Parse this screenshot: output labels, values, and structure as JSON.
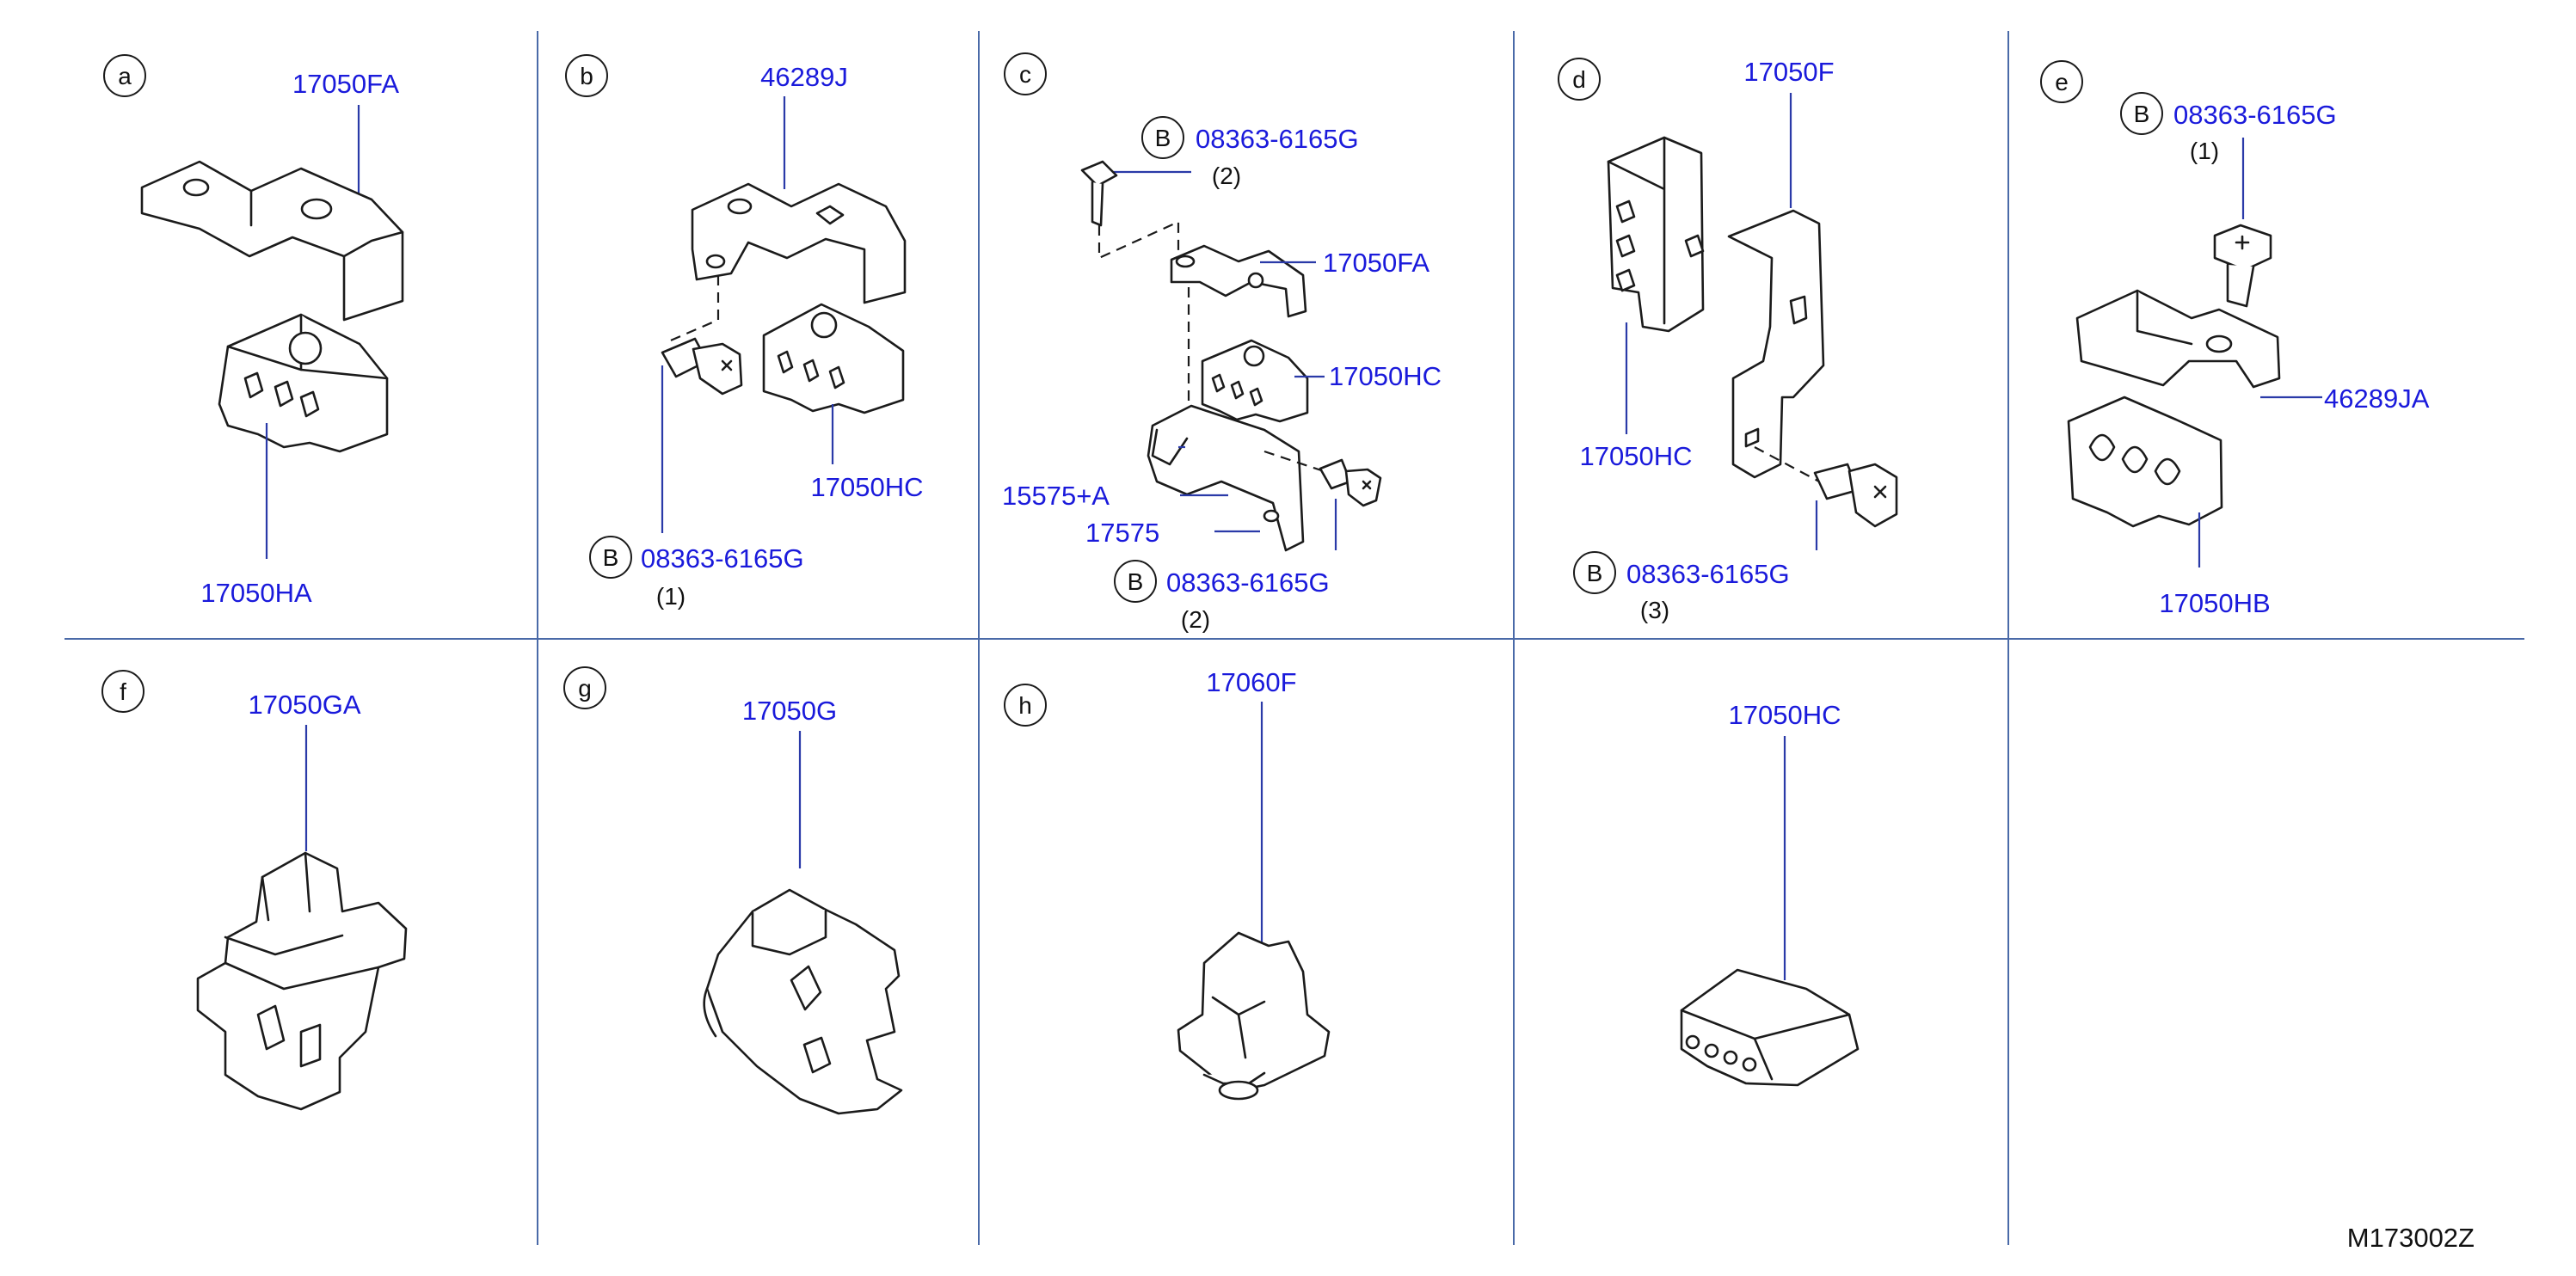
{
  "diagram_id": "M173002Z",
  "colors": {
    "label": "#1a1adb",
    "grid": "#4a6aa8",
    "ink": "#1b1b1b"
  },
  "cells": {
    "a": {
      "letter": "a",
      "labels": [
        "17050FA",
        "17050HA"
      ]
    },
    "b": {
      "letter": "b",
      "labels": [
        "46289J",
        "17050HC",
        "08363-6165G"
      ],
      "bmark": "B",
      "qty": "(1)"
    },
    "c": {
      "letter": "c",
      "labels": [
        "08363-6165G",
        "17050FA",
        "17050HC",
        "15575+A",
        "17575",
        "08363-6165G"
      ],
      "bmarks": [
        "B",
        "B"
      ],
      "qty": [
        "(2)",
        "(2)"
      ]
    },
    "d": {
      "letter": "d",
      "labels": [
        "17050F",
        "17050HC",
        "08363-6165G"
      ],
      "bmark": "B",
      "qty": "(3)"
    },
    "e": {
      "letter": "e",
      "labels": [
        "08363-6165G",
        "46289JA",
        "17050HB"
      ],
      "bmark": "B",
      "qty": "(1)"
    },
    "f": {
      "letter": "f",
      "labels": [
        "17050GA"
      ]
    },
    "g": {
      "letter": "g",
      "labels": [
        "17050G"
      ]
    },
    "h": {
      "letter": "h",
      "labels": [
        "17060F"
      ]
    },
    "i": {
      "labels": [
        "17050HC"
      ]
    }
  }
}
